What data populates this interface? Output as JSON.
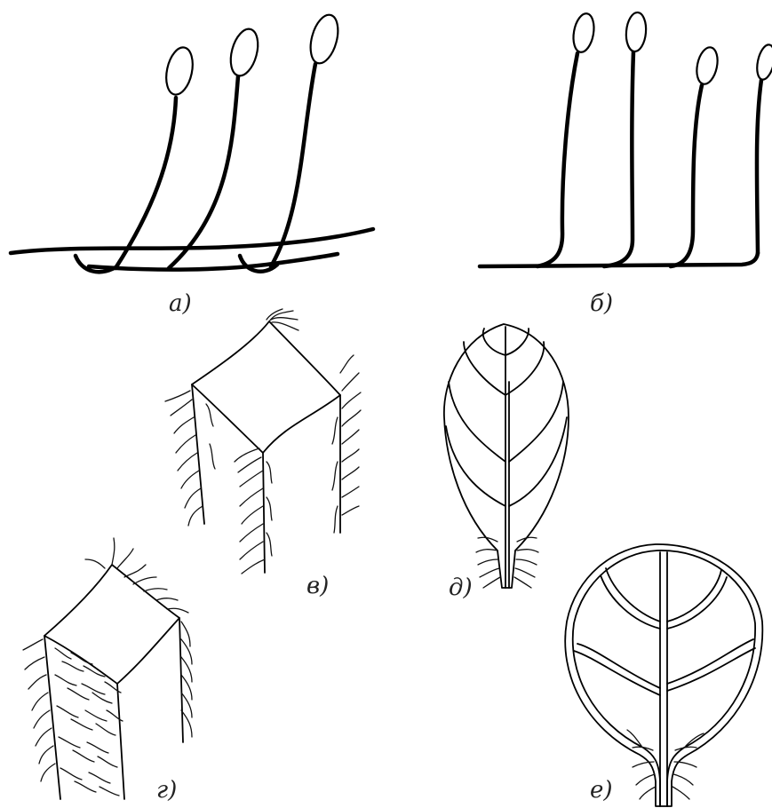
{
  "panels": [
    {
      "id": "a",
      "label": "а)"
    },
    {
      "id": "b",
      "label": "б)"
    },
    {
      "id": "v",
      "label": "в)"
    },
    {
      "id": "g",
      "label": "г)"
    },
    {
      "id": "d",
      "label": "д)"
    },
    {
      "id": "e",
      "label": "е)"
    }
  ]
}
